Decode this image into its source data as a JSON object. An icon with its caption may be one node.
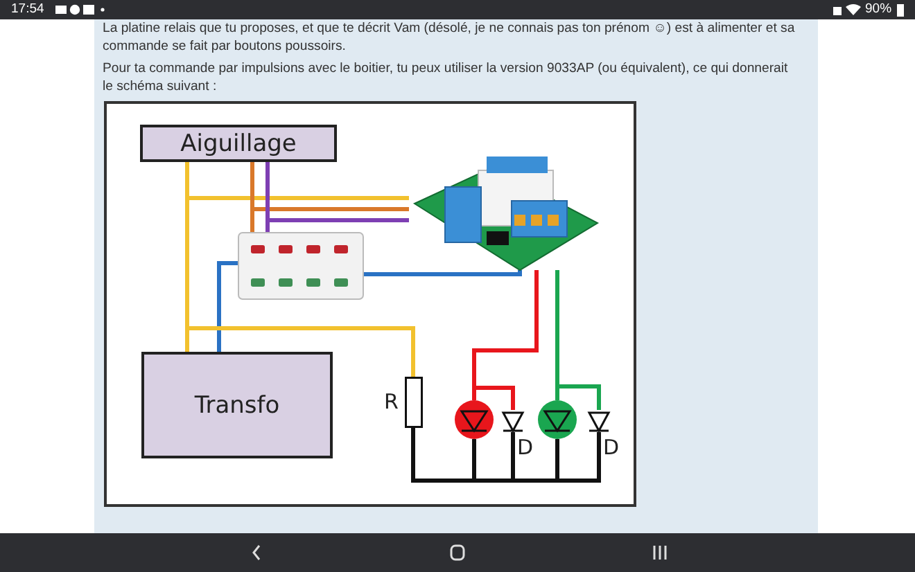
{
  "diagram": {
    "nodes": [
      {
        "text": [
          "Aiguillage"
        ]
      },
      {
        "text": [],
        "shape": "picture"
      },
      {
        "text": [],
        "shape": "picture"
      },
      {
        "text": [
          "Transfo"
        ]
      },
      {
        "text": [],
        "shape": "box",
        "beside": [
          "R"
        ]
      },
      {
        "text": [],
        "shape": "circle"
      },
      {
        "text": [],
        "shape": "triangle",
        "beside": [
          "D"
        ]
      },
      {
        "text": [],
        "shape": "circle"
      },
      {
        "text": [],
        "shape": "triangle",
        "beside": [
          "D"
        ]
      }
    ],
    "edges": [
      {
        "from": 0,
        "to": 3,
        "arrow": "none",
        "color": "#f2c12e"
      },
      {
        "from": 0,
        "to": 1,
        "arrow": "none",
        "color": "#f2c12e"
      },
      {
        "from": 0,
        "to": 1,
        "arrow": "none",
        "color": "#d9782a"
      },
      {
        "from": 0,
        "to": 2,
        "arrow": "none",
        "color": "#d9782a"
      },
      {
        "from": 0,
        "to": 1,
        "arrow": "none",
        "color": "#7e3fb3"
      },
      {
        "from": 0,
        "to": 2,
        "arrow": "none",
        "color": "#7e3fb3"
      },
      {
        "from": 2,
        "to": 3,
        "arrow": "none",
        "color": "#2a72c4"
      },
      {
        "from": 2,
        "to": 1,
        "arrow": "none",
        "color": "#2a72c4"
      },
      {
        "from": 3,
        "to": 4,
        "arrow": "none",
        "color": "#f2c12e"
      },
      {
        "from": 1,
        "to": 5,
        "arrow": "none",
        "color": "#e8161c"
      },
      {
        "from": 1,
        "to": 6,
        "arrow": "none",
        "color": "#e8161c"
      },
      {
        "from": 1,
        "to": 7,
        "arrow": "none",
        "color": "#1aa650"
      },
      {
        "from": 1,
        "to": 8,
        "arrow": "none",
        "color": "#1aa650"
      },
      {
        "from": 4,
        "to": 5,
        "arrow": "none",
        "color": "#111111"
      },
      {
        "from": 4,
        "to": 6,
        "arrow": "none",
        "color": "#111111"
      },
      {
        "from": 4,
        "to": 7,
        "arrow": "none",
        "color": "#111111"
      },
      {
        "from": 4,
        "to": 8,
        "arrow": "none",
        "color": "#111111"
      }
    ],
    "labels": [
      "17:54",
      "90%",
      "La platine relais que tu proposes, et que te décrit Vam (désolé, je ne connais pas ton prénom ☺) est à alimenter et sa commande se fait par boutons poussoirs.",
      "Pour ta commande par impulsions avec le boitier, tu peux utiliser la version 9033AP (ou équivalent), ce qui donnerait le schéma suivant :"
    ]
  }
}
